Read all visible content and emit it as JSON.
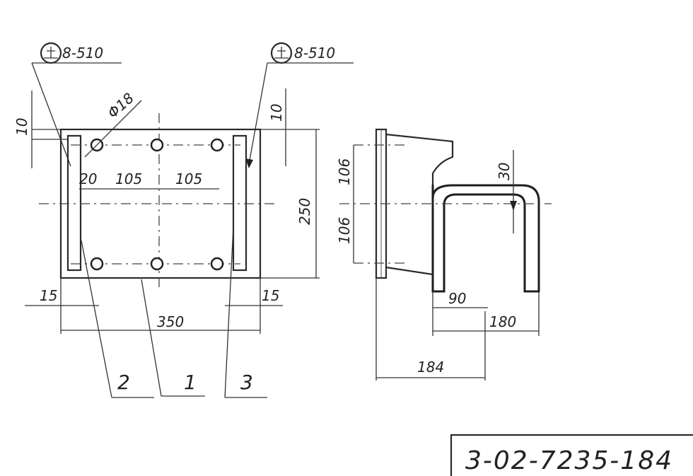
{
  "weld_symbols": [
    {
      "label": "8-510"
    },
    {
      "label": "8-510"
    }
  ],
  "front_view": {
    "hole_diameter": "Φ18",
    "dim_top_offset_left": "10",
    "dim_top_offset_right": "10",
    "dim_edge_gap": "20",
    "dim_spacing_1": "105",
    "dim_spacing_2": "105",
    "dim_height": "250",
    "dim_side_left": "15",
    "dim_side_right": "15",
    "dim_width": "350"
  },
  "side_view": {
    "dim_upper": "106",
    "dim_lower": "106",
    "dim_clamp_top": "30",
    "dim_inner": "90",
    "dim_outer": "180",
    "dim_overall": "184"
  },
  "part_labels": [
    "2",
    "1",
    "3"
  ],
  "title_block": {
    "code": "3-02-7235-184"
  }
}
